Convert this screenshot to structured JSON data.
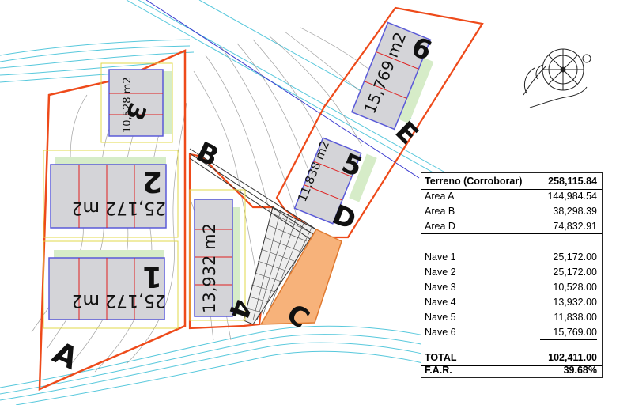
{
  "zones": {
    "A": "A",
    "B": "B",
    "C": "C",
    "D": "D",
    "E": "E"
  },
  "naves": [
    {
      "num": "1",
      "area": "25,172 m2"
    },
    {
      "num": "2",
      "area": "25,172 m2"
    },
    {
      "num": "3",
      "area": "10,528 m2"
    },
    {
      "num": "4",
      "area": "13,932 m2"
    },
    {
      "num": "5",
      "area": "11,838 m2"
    },
    {
      "num": "6",
      "area": "15,769 m2"
    }
  ],
  "table": {
    "header": {
      "label": "Terreno (Corroborar)",
      "value": "258,115.84"
    },
    "areas": [
      {
        "label": "Area A",
        "value": "144,984.54"
      },
      {
        "label": "Area B",
        "value": "38,298.39"
      },
      {
        "label": "Area D",
        "value": "74,832.91"
      }
    ],
    "naves": [
      {
        "label": "Nave 1",
        "value": "25,172.00"
      },
      {
        "label": "Nave 2",
        "value": "25,172.00"
      },
      {
        "label": "Nave 3",
        "value": "10,528.00"
      },
      {
        "label": "Nave 4",
        "value": "13,932.00"
      },
      {
        "label": "Nave 5",
        "value": "11,838.00"
      },
      {
        "label": "Nave 6",
        "value": "15,769.00"
      }
    ],
    "total": {
      "label": "TOTAL",
      "value": "102,411.00"
    },
    "far": {
      "label": "F.A.R.",
      "value": "39.68%"
    }
  },
  "colors": {
    "boundary": "#ee4a1a",
    "building_fill": "#d4d4d8",
    "building_edge": "#5a5ad8",
    "green": "#d6ecc8",
    "contour": "#8a8a8a",
    "water": "#57c8dc",
    "road_line": "#3a3ad0",
    "zone_c_fill": "#f7b27a"
  },
  "icons": [
    "compass-hand-icon"
  ]
}
